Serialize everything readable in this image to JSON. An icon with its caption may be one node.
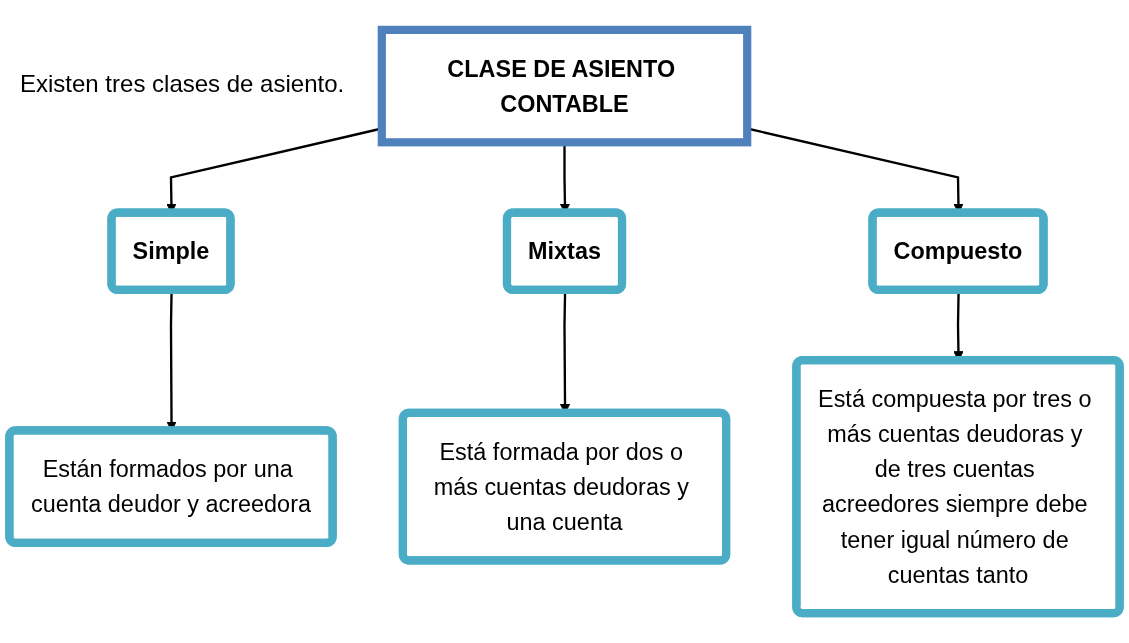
{
  "diagram": {
    "nodes": [
      {
        "text": [
          "CLASE DE ASIENTO CONTABLE"
        ]
      },
      {
        "text": [
          "Simple"
        ]
      },
      {
        "text": [
          "Mixtas"
        ]
      },
      {
        "text": [
          "Compuesto"
        ]
      },
      {
        "text": [
          "Están formados por una cuenta deudor y acreedora"
        ]
      },
      {
        "text": [
          "Está formada por dos o más cuentas deudoras y una cuenta"
        ]
      },
      {
        "text": [
          "Está compuesta por tres o más cuentas deudoras y de tres cuentas acreedores siempre debe tener igual número de cuentas tanto"
        ]
      }
    ],
    "edges": [
      {
        "from": 0,
        "to": 1,
        "arrow": "to"
      },
      {
        "from": 0,
        "to": 2,
        "arrow": "to"
      },
      {
        "from": 0,
        "to": 3,
        "arrow": "to"
      },
      {
        "from": 1,
        "to": 4,
        "arrow": "to"
      },
      {
        "from": 2,
        "to": 5,
        "arrow": "to"
      },
      {
        "from": 3,
        "to": 6,
        "arrow": "to"
      }
    ],
    "labels": [
      "Existen tres clases de asiento."
    ]
  }
}
